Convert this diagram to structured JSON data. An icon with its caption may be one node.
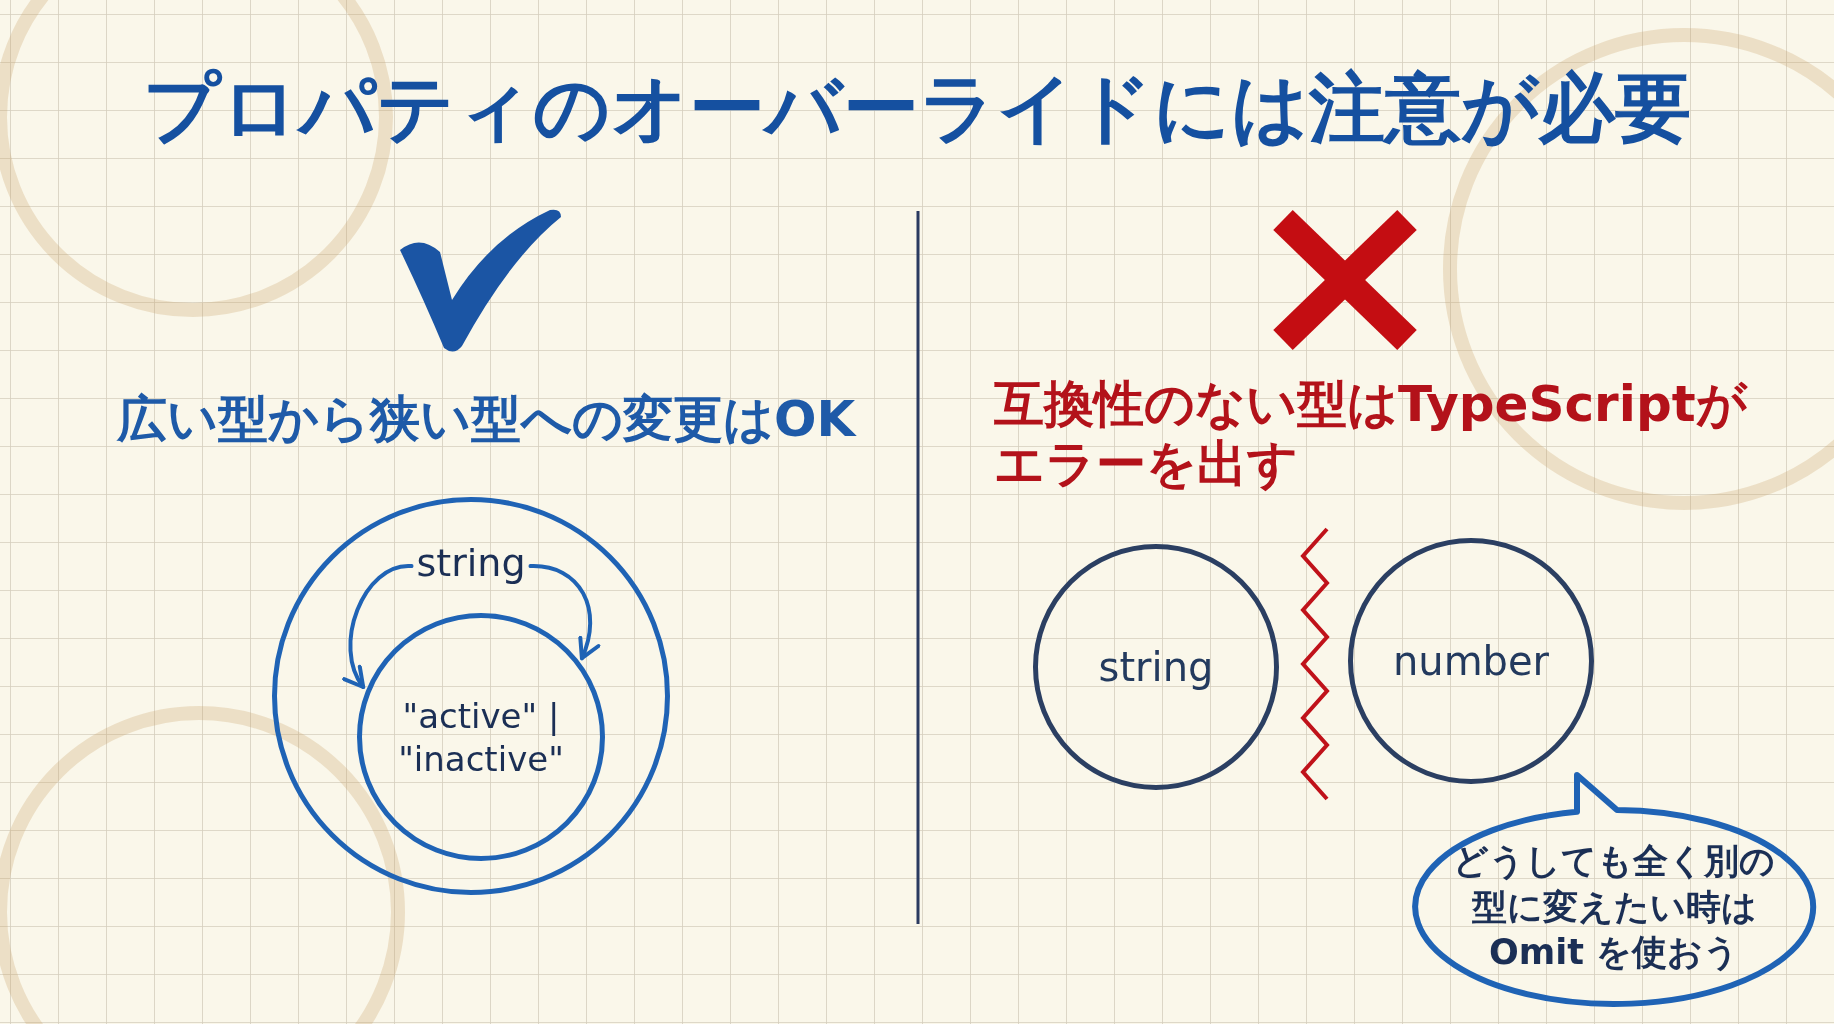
{
  "diagram": {
    "title": "プロパティのオーバーライドには注意が必要",
    "nodes": [
      {
        "text": [],
        "shape": "circle"
      },
      {
        "text": [
          "string"
        ],
        "in": 0
      },
      {
        "text": [
          "\"active\" | \"inactive\""
        ],
        "in": 0
      },
      {
        "text": [
          "string"
        ]
      },
      {
        "text": [
          "number"
        ]
      },
      {
        "text": [
          "どうしても全く別の型に変えたい時はOmit を使おう"
        ]
      }
    ],
    "edges": [
      {
        "from": 1,
        "to": 2,
        "arrow": "to"
      },
      {
        "from": 1,
        "to": 2,
        "arrow": "to"
      }
    ],
    "labels": [
      "広い型から狭い型への変更はOK",
      "互換性のない型はTypeScriptがエラーを出す"
    ]
  }
}
